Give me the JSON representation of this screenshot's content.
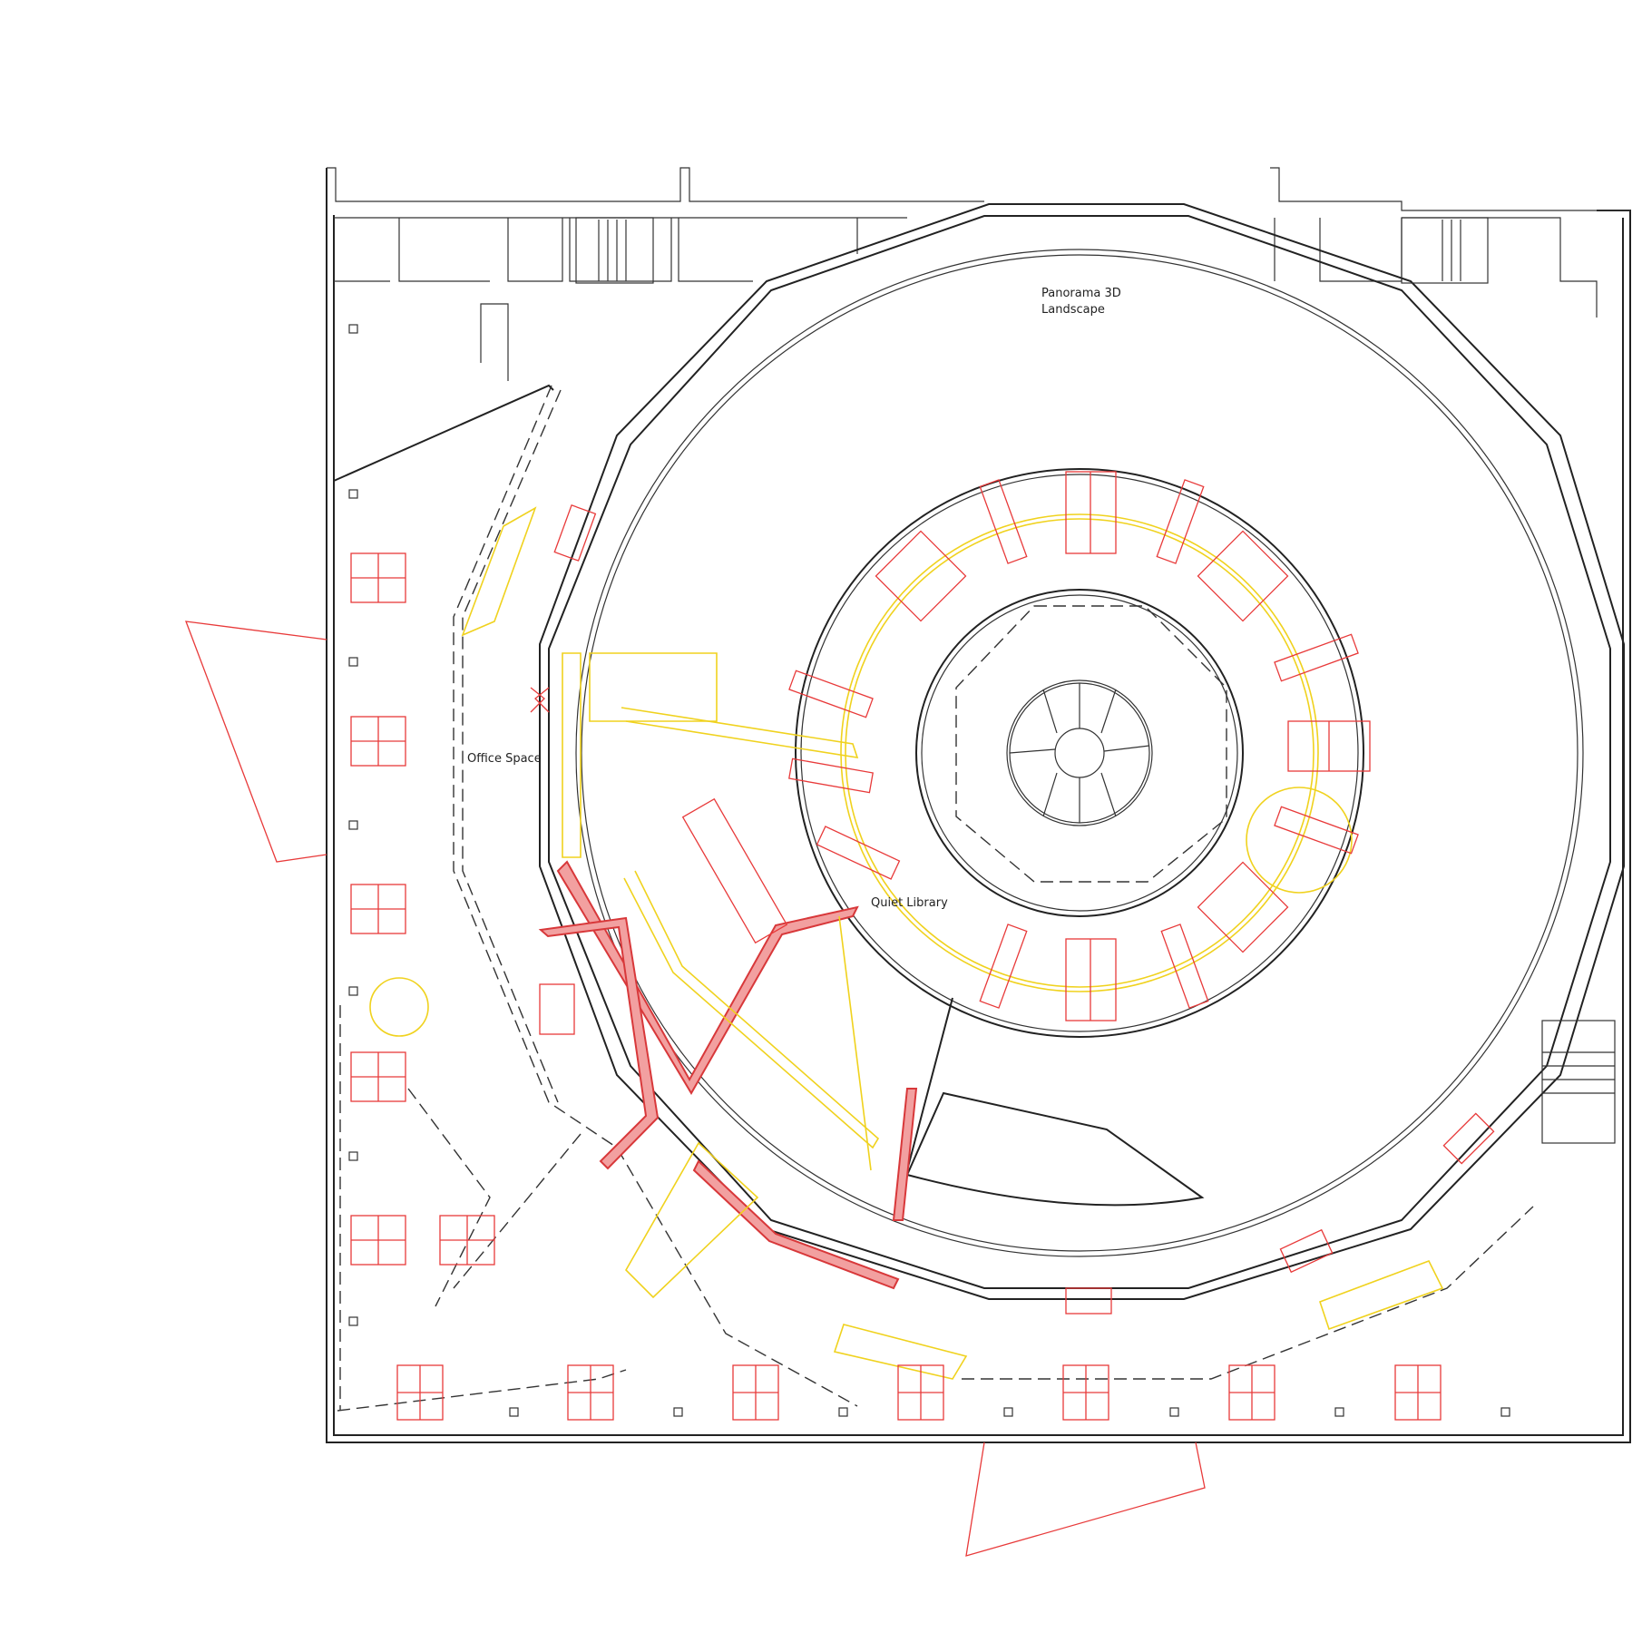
{
  "plan": {
    "type": "architectural-floor-plan",
    "colors": {
      "walls": "#222222",
      "furniture": "#e83a3a",
      "circulation": "#f0d21e",
      "new_walls_fill": "#f2a0a0"
    }
  },
  "labels": {
    "panorama": "Panorama 3D",
    "panorama_line2": "Landscape",
    "office": "Office Space",
    "library": "Quiet Library"
  }
}
